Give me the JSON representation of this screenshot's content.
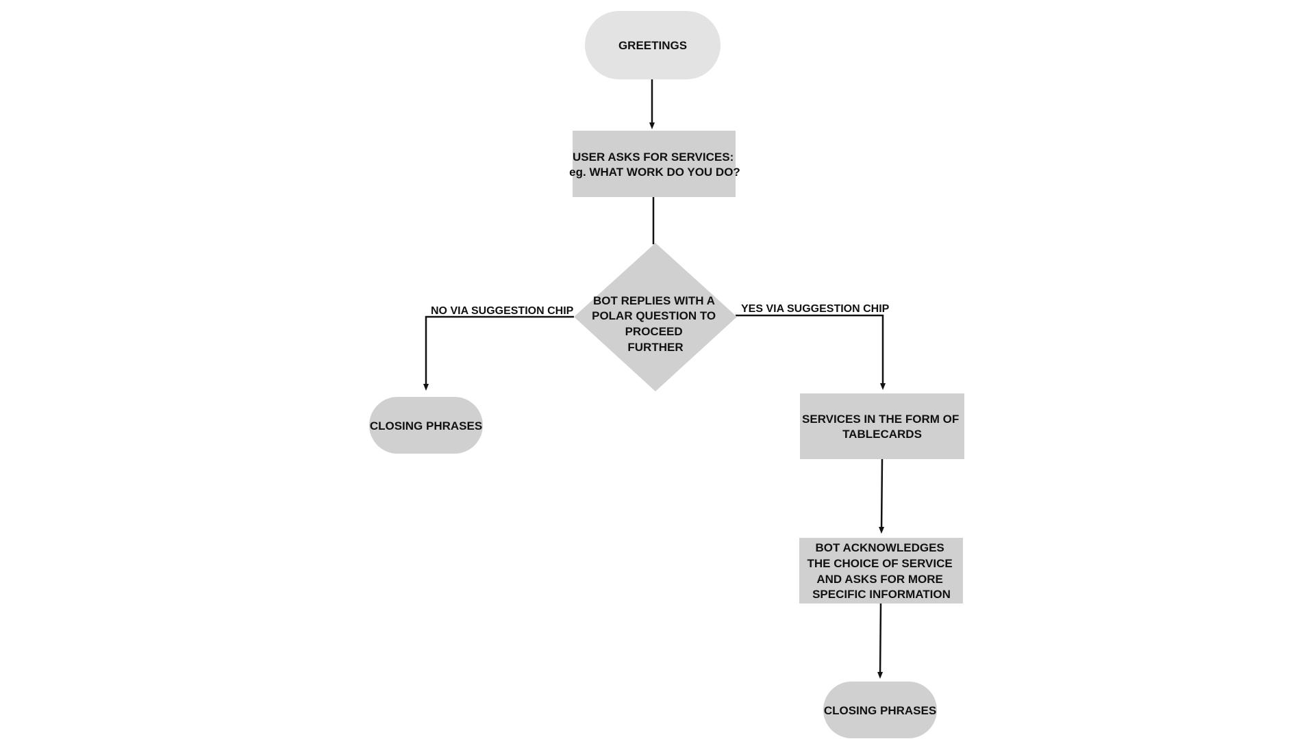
{
  "diagram": {
    "nodes": {
      "greetings": {
        "shape": "pill",
        "fill": "#e3e3e3",
        "lines": [
          "GREETINGS"
        ]
      },
      "user_asks": {
        "shape": "rect",
        "fill": "#d0d0d0",
        "lines": [
          "USER ASKS FOR SERVICES:",
          "eg. WHAT WORK DO YOU DO?"
        ]
      },
      "polar_question": {
        "shape": "diamond",
        "fill": "#d0d0d0",
        "lines": [
          "BOT REPLIES WITH A",
          "POLAR QUESTION TO",
          "PROCEED",
          "FURTHER"
        ]
      },
      "closing_left": {
        "shape": "pill",
        "fill": "#d0d0d0",
        "lines": [
          "CLOSING PHRASES"
        ]
      },
      "services_tablecards": {
        "shape": "rect",
        "fill": "#d0d0d0",
        "lines": [
          "SERVICES IN THE FORM OF",
          "TABLECARDS"
        ]
      },
      "bot_acknowledges": {
        "shape": "rect",
        "fill": "#d0d0d0",
        "lines": [
          "BOT ACKNOWLEDGES",
          "THE CHOICE OF SERVICE",
          "AND ASKS FOR MORE",
          "SPECIFIC INFORMATION"
        ]
      },
      "closing_bottom": {
        "shape": "pill",
        "fill": "#d0d0d0",
        "lines": [
          "CLOSING PHRASES"
        ]
      }
    },
    "edges": {
      "greet_to_user": {
        "from": "greetings",
        "to": "user_asks",
        "label": ""
      },
      "user_to_polar": {
        "from": "user_asks",
        "to": "polar_question",
        "label": ""
      },
      "polar_to_closing": {
        "from": "polar_question",
        "to": "closing_left",
        "label": "NO VIA SUGGESTION CHIP"
      },
      "polar_to_services": {
        "from": "polar_question",
        "to": "services_tablecards",
        "label": "YES VIA SUGGESTION CHIP"
      },
      "services_to_ack": {
        "from": "services_tablecards",
        "to": "bot_acknowledges",
        "label": ""
      },
      "ack_to_closing": {
        "from": "bot_acknowledges",
        "to": "closing_bottom",
        "label": ""
      }
    },
    "line_color": "#111111"
  }
}
